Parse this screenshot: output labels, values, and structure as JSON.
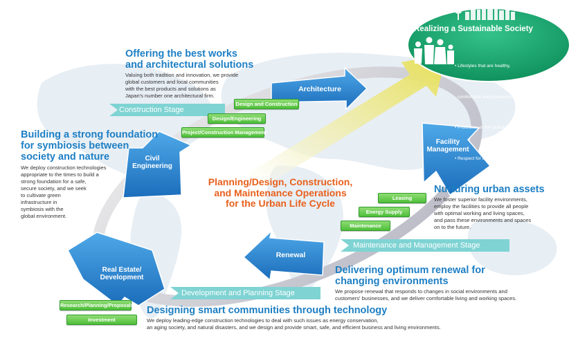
{
  "center_title": [
    "Planning/Design, Construction,",
    "and Maintenance Operations",
    "for the Urban Life Cycle"
  ],
  "goal": {
    "title": "Realizing a Sustainable Society",
    "items": [
      "• Lifestyles that are healthy,",
      "  comfortable and prosperous",
      "• Protection of the global environment",
      "• Respect for diversity of people"
    ]
  },
  "nodes": {
    "architecture": "Architecture",
    "facility": [
      "Facility",
      "Management"
    ],
    "civil": [
      "Civil",
      "Engineering"
    ],
    "renewal": "Renewal",
    "realestate": [
      "Real Estate/",
      "Development"
    ]
  },
  "stages": {
    "construction": "Construction Stage",
    "maintenance": "Maintenance and Management Stage",
    "development": "Development and Planning Stage"
  },
  "tags": {
    "design_construction": "Design and Construction",
    "design_engineering": "Design/Engineering",
    "project_management": "Project/Construction Management",
    "leasing": "Leasing",
    "energy_supply": "Energy Supply",
    "maintenance": "Maintenance",
    "research": "Research/Planning/Proposals",
    "investment": "Investment"
  },
  "sections": {
    "architecture": {
      "title": [
        "Offering the best works",
        "and architectural solutions"
      ],
      "body": [
        "Valuing both tradition and innovation, we provide",
        "global customers and local communities",
        "with the best products and solutions as",
        "Japan's number one architectural firm."
      ]
    },
    "civil": {
      "title": [
        "Building a strong foundation",
        "for symbiosis between",
        "society and nature"
      ],
      "body": [
        "We deploy construction technologies",
        "appropriate to the times to build a",
        "strong foundation for a safe,",
        "secure society, and we seek",
        "to cultivate green",
        "infrastructure in",
        "symbiosis with the",
        "global environment."
      ]
    },
    "urban_assets": {
      "title": [
        "Nurturing urban assets"
      ],
      "body": [
        "We foster superior facility environments,",
        "employ the facilities to provide all people",
        "with optimal working and living spaces,",
        "and pass these environments and spaces",
        "on to the future."
      ]
    },
    "renewal": {
      "title": [
        "Delivering optimum renewal for",
        "changing environments"
      ],
      "body": [
        "We propose renewal that responds to changes in social environments and",
        "customers' businesses, and we deliver comfortable living and working spaces."
      ]
    },
    "smart": {
      "title": [
        "Designing smart communities through technology"
      ],
      "body": [
        "We deploy leading-edge construction technologies to deal with such issues as energy conservation,",
        "an aging society, and natural disasters, and we design and provide smart, safe, and efficient business and living environments."
      ]
    }
  },
  "colors": {
    "title_blue": "#1d7fc4",
    "orange": "#e8601c",
    "node_blue": "#2a7fcc",
    "tag_green": "#4fbf3a",
    "band_teal": "#7fd3d3",
    "goal_green": "#17a36c"
  }
}
